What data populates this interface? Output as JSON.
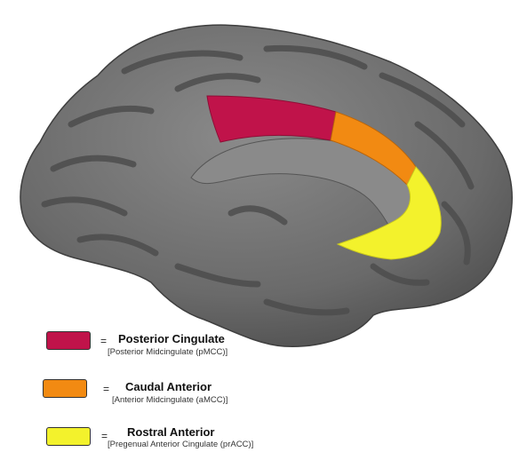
{
  "figure": {
    "regions": [
      {
        "id": "pmcc",
        "color": "#c0134a"
      },
      {
        "id": "amcc",
        "color": "#f28a12"
      },
      {
        "id": "pracc",
        "color": "#f3f22c"
      }
    ],
    "brain_color": "#6e6e6e",
    "sulci_color": "#4d4d4d"
  },
  "legend": {
    "items": [
      {
        "equals": "=",
        "title": "Posterior Cingulate",
        "subtitle": "[Posterior Midcingulate (pMCC)]",
        "color": "#c0134a"
      },
      {
        "equals": "=",
        "title": "Caudal Anterior",
        "subtitle": "[Anterior Midcingulate (aMCC)]",
        "color": "#f28a12"
      },
      {
        "equals": "=",
        "title": "Rostral Anterior",
        "subtitle": "[Pregenual Anterior Cingulate (prACC)]",
        "color": "#f3f22c"
      }
    ]
  }
}
